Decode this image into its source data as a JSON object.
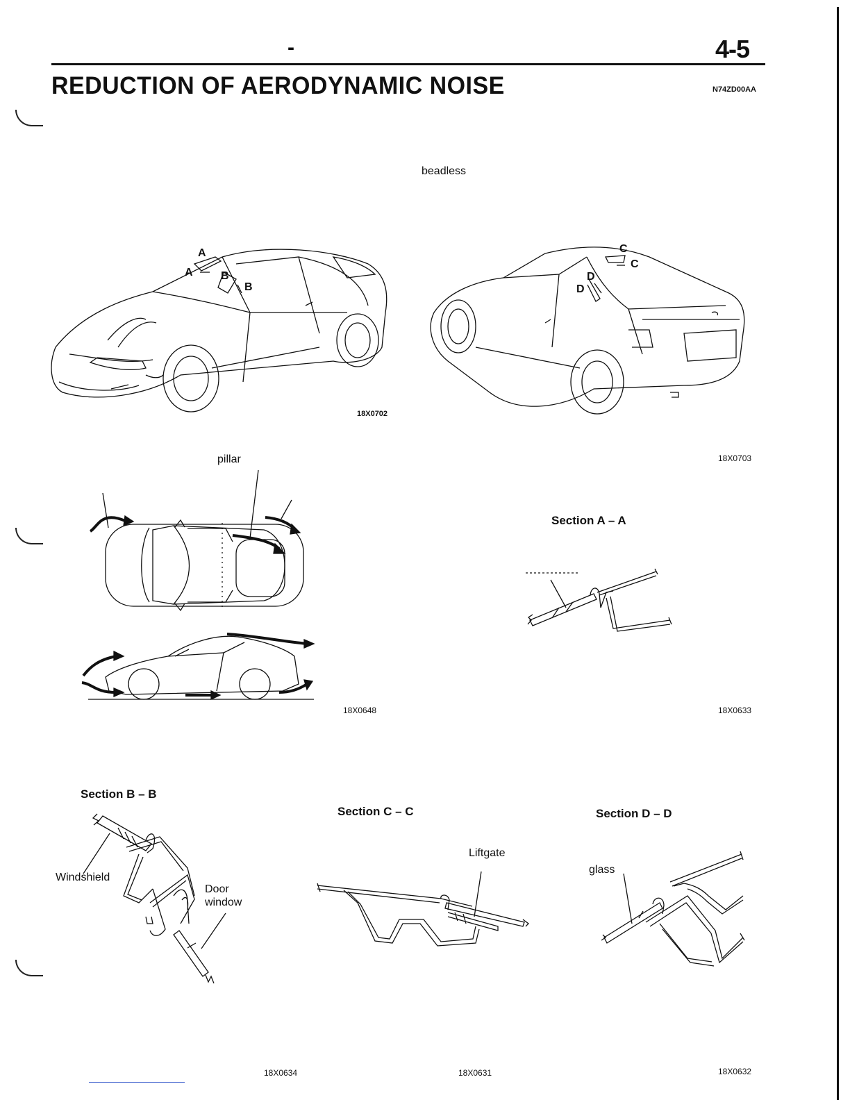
{
  "header": {
    "dash": "-",
    "page_number": "4-5",
    "title": "REDUCTION OF AERODYNAMIC NOISE",
    "doc_code": "N74ZD00AA"
  },
  "intro": {
    "fragment": "beadless"
  },
  "figure_codes": {
    "car_views_front": "18X0702",
    "car_views_rear": "18X0703",
    "airflow": "18X0648",
    "section_a": "18X0633",
    "section_b": "18X0634",
    "section_c": "18X0631",
    "section_d": "18X0632"
  },
  "car_callouts": {
    "a1": "A",
    "a2": "A",
    "b1": "B",
    "b2": "B",
    "c1": "C",
    "c2": "C",
    "d1": "D",
    "d2": "D"
  },
  "airflow": {
    "pillar_label": "pillar"
  },
  "sections": {
    "a": {
      "label": "Section A – A"
    },
    "b": {
      "label": "Section B – B",
      "windshield": "Windshield",
      "door_window_1": "Door",
      "door_window_2": "window"
    },
    "c": {
      "label": "Section C – C",
      "liftgate": "Liftgate"
    },
    "d": {
      "label": "Section D – D",
      "glass": "glass"
    }
  }
}
